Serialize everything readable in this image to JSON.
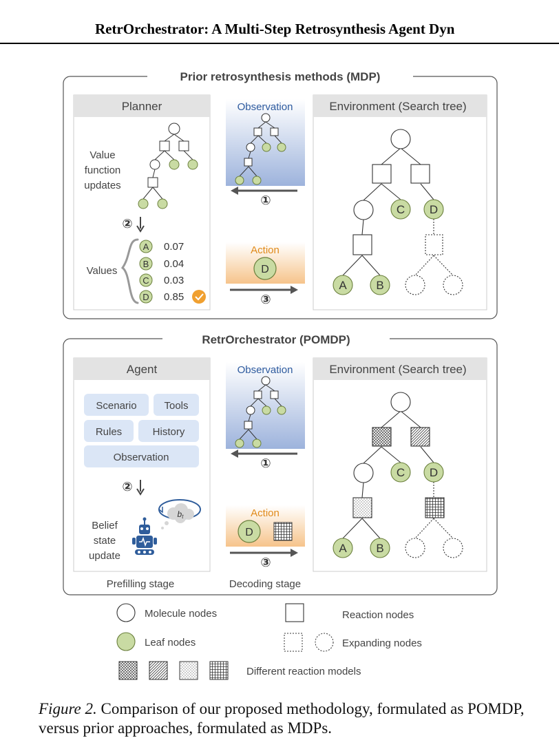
{
  "header": {
    "title": "RetrOrchestrator: A Multi-Step Retrosynthesis Agent Dyn"
  },
  "panel_mdp": {
    "title": "Prior retrosynthesis methods (MDP)",
    "planner_title": "Planner",
    "value_update_line1": "Value",
    "value_update_line2": "function",
    "value_update_line3": "updates",
    "step2": "②",
    "values_label": "Values",
    "values": [
      {
        "letter": "A",
        "value": "0.07"
      },
      {
        "letter": "B",
        "value": "0.04"
      },
      {
        "letter": "C",
        "value": "0.03"
      },
      {
        "letter": "D",
        "value": "0.85"
      }
    ],
    "observation_label": "Observation",
    "step1": "①",
    "action_label": "Action",
    "action_node": "D",
    "step3": "③",
    "env_title": "Environment (Search tree)",
    "tree_leaf_c": "C",
    "tree_leaf_d": "D",
    "tree_leaf_a": "A",
    "tree_leaf_b": "B"
  },
  "panel_pomdp": {
    "title": "RetrOrchestrator (POMDP)",
    "agent_title": "Agent",
    "chips": {
      "scenario": "Scenario",
      "tools": "Tools",
      "rules": "Rules",
      "history": "History",
      "observation": "Observation"
    },
    "step2": "②",
    "belief_line1": "Belief",
    "belief_line2": "state",
    "belief_line3": "update",
    "belief_symbol": "b",
    "belief_sub": "t",
    "observation_label": "Observation",
    "step1": "①",
    "action_label": "Action",
    "action_node": "D",
    "step3": "③",
    "env_title": "Environment (Search tree)",
    "tree_leaf_c": "C",
    "tree_leaf_d": "D",
    "tree_leaf_a": "A",
    "tree_leaf_b": "B",
    "prefilling_label": "Prefilling stage",
    "decoding_label": "Decoding stage"
  },
  "legend": {
    "molecule": "Molecule nodes",
    "reaction": "Reaction nodes",
    "leaf": "Leaf nodes",
    "expanding": "Expanding nodes",
    "models": "Different reaction models"
  },
  "caption": {
    "label": "Figure 2.",
    "text": " Comparison of our proposed methodology, formulated as POMDP, versus prior approaches, formulated as MDPs."
  },
  "colors": {
    "leaf_fill": "#c9dba3",
    "leaf_stroke": "#6a7f3c",
    "chip_fill": "#dbe6f6",
    "observation_gradient_top": "#ffffff",
    "observation_gradient_bottom": "#9db3dc",
    "action_gradient_top": "#ffffff",
    "action_gradient_bottom": "#f6c48b",
    "observation_text": "#2d5a9e",
    "action_text": "#e08a1a",
    "badge": "#f0a030",
    "robot": "#2f5d9b",
    "panel_gray": "#e3e3e3"
  },
  "icons": [
    "check-badge-icon",
    "robot-icon",
    "thought-cloud-icon",
    "arrow-left-icon",
    "arrow-right-icon",
    "arrow-down-icon"
  ]
}
